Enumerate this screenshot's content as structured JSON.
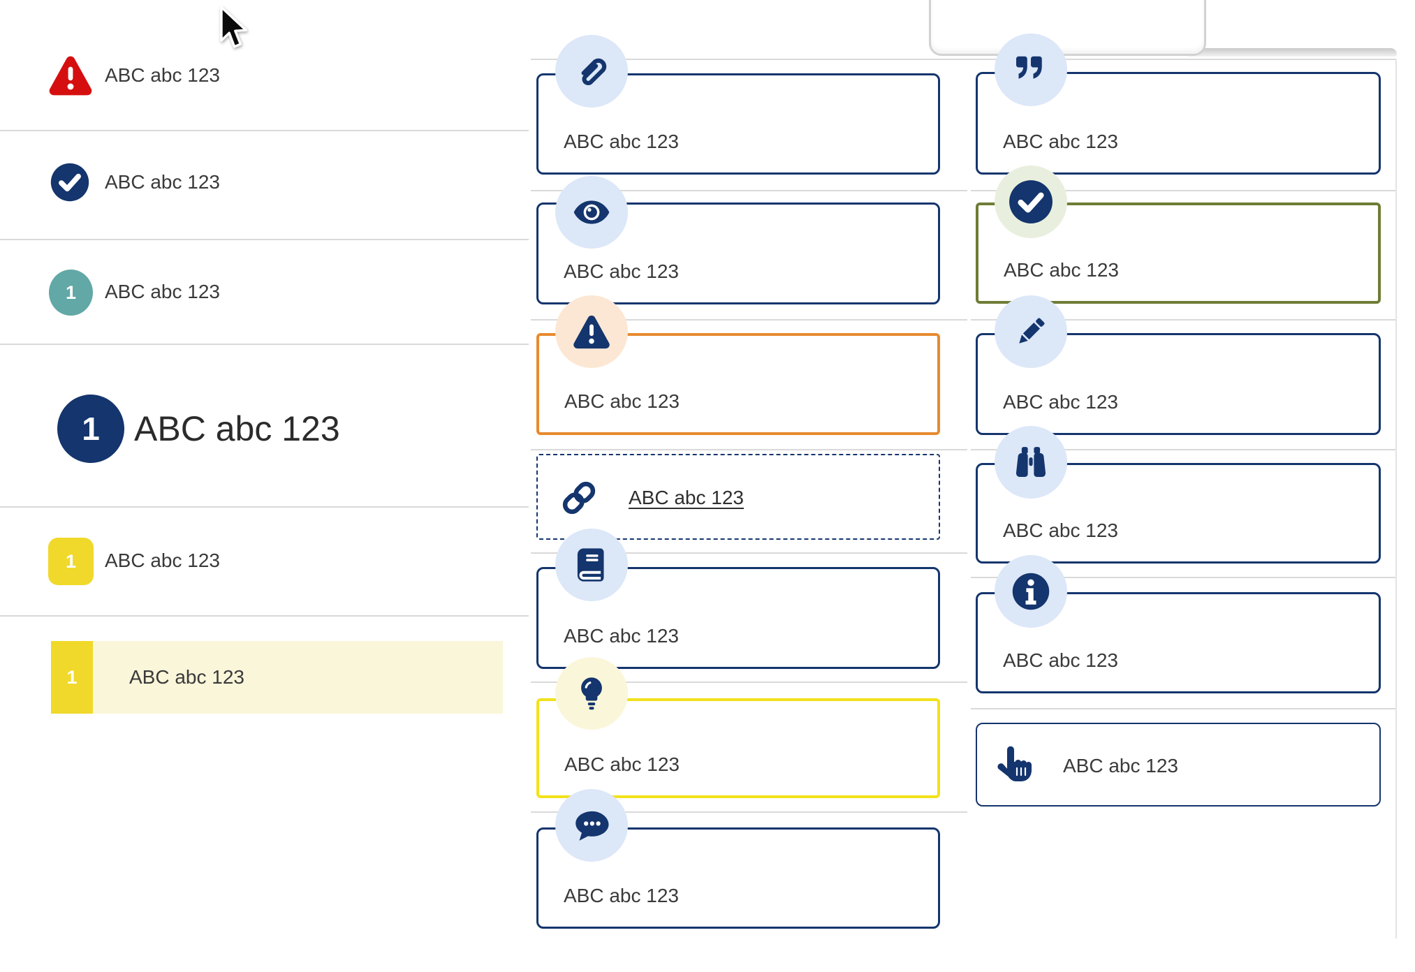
{
  "colors": {
    "navy": "#14356d",
    "text": "#3a3a3a",
    "red": "#d50f0f",
    "teal": "#61a8a6",
    "yellow": "#f0d92a",
    "yellow_border": "#f3e11c",
    "yellow_pale": "#faf6d9",
    "highlight_bg": "#faf6da",
    "orange": "#e78a2f",
    "peach": "#fce7d4",
    "olive": "#6e7d36",
    "green_pale": "#e9efde",
    "blue_pale": "#dce7f8",
    "divider": "#d9d9d9",
    "tab_border": "#d2d2d2"
  },
  "left_list": {
    "items": [
      {
        "icon": "warning-triangle-icon",
        "label": "ABC abc 123"
      },
      {
        "icon": "check-circle-icon",
        "label": "ABC abc 123"
      },
      {
        "icon": "number-badge-teal",
        "number": "1",
        "label": "ABC abc 123"
      },
      {
        "icon": "number-circle-large",
        "number": "1",
        "label": "ABC abc 123"
      },
      {
        "icon": "number-tile-yellow",
        "number": "1",
        "label": "ABC abc 123"
      },
      {
        "icon": "number-tile-yellow",
        "number": "1",
        "label": "ABC abc 123",
        "highlighted": true
      }
    ]
  },
  "middle_callouts": {
    "items": [
      {
        "icon": "paperclip-icon",
        "label": "ABC abc 123",
        "variant": "navy"
      },
      {
        "icon": "eye-icon",
        "label": "ABC abc 123",
        "variant": "navy"
      },
      {
        "icon": "warning-triangle-icon",
        "label": "ABC abc 123",
        "variant": "orange"
      },
      {
        "icon": "link-icon",
        "label": "ABC abc 123",
        "variant": "dashed-link"
      },
      {
        "icon": "book-icon",
        "label": "ABC abc 123",
        "variant": "navy"
      },
      {
        "icon": "lightbulb-icon",
        "label": "ABC abc 123",
        "variant": "yellow"
      },
      {
        "icon": "chat-icon",
        "label": "ABC abc 123",
        "variant": "navy"
      }
    ]
  },
  "right_callouts": {
    "items": [
      {
        "icon": "quote-icon",
        "label": "ABC abc 123",
        "variant": "navy"
      },
      {
        "icon": "check-circle-icon",
        "label": "ABC abc 123",
        "variant": "olive"
      },
      {
        "icon": "pencil-icon",
        "label": "ABC abc 123",
        "variant": "navy"
      },
      {
        "icon": "binoculars-icon",
        "label": "ABC abc 123",
        "variant": "navy"
      },
      {
        "icon": "info-icon",
        "label": "ABC abc 123",
        "variant": "navy"
      },
      {
        "icon": "hand-pointer-icon",
        "label": "ABC abc 123",
        "variant": "inline"
      }
    ]
  }
}
